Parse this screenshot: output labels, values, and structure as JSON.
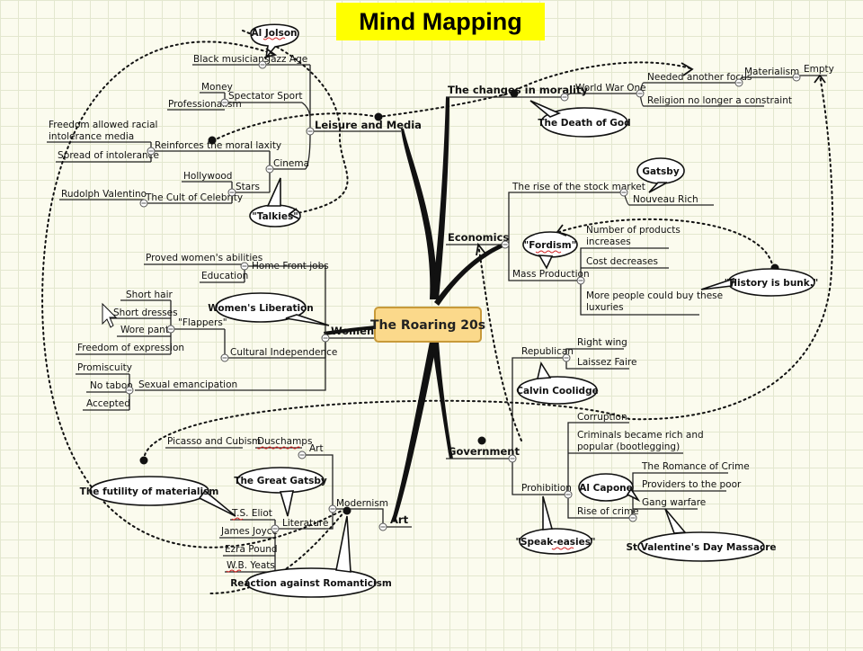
{
  "title": "Mind Mapping",
  "central": "The Roaring 20s",
  "branches": {
    "leisure": "Leisure and Media",
    "morality": "The changes in morality",
    "economics": "Economics",
    "women": "Women",
    "government": "Government",
    "art": "Art"
  },
  "nodes": {
    "jazz_age": "Jazz Age",
    "black_musicians": "Black musicians",
    "spectator_sport": "Spectator Sport",
    "money": "Money",
    "professionalism": "Professionalism",
    "cinema": "Cinema",
    "reinforces_moral": "Reinforces the moral laxity",
    "freedom_racial_1": "Freedom allowed racial",
    "freedom_racial_2": "intolerance media",
    "spread_intolerance": "Spread of intolerance",
    "stars": "Stars",
    "hollywood": "Hollywood",
    "cult_celebrity": "The Cult of Celebrity",
    "rudolph": "Rudolph Valentino",
    "world_war_one": "World War One",
    "needed_focus": "Needed another focus",
    "materialism": "Materialism",
    "empty": "Empty",
    "religion": "Religion no longer a constraint",
    "stock_market": "The rise of the stock market",
    "nouveau_rich": "Nouveau Rich",
    "mass_production": "Mass Production",
    "num_products_1": "Number of products",
    "num_products_2": "increases",
    "cost_decreases": "Cost decreases",
    "more_people_1": "More people could buy these",
    "more_people_2": "luxuries",
    "home_front": "Home Front jobs",
    "proved_women": "Proved women's abilities",
    "education": "Education",
    "flappers": "\"Flappers\"",
    "short_hair": "Short hair",
    "short_dresses": "Short dresses",
    "wore_pants": "Wore pants",
    "freedom_expression": "Freedom of expression",
    "cultural_independence": "Cultural Independence",
    "sexual_emancipation": "Sexual emancipation",
    "promiscuity": "Promiscuity",
    "no_taboo": "No taboo",
    "accepted": "Accepted",
    "republican": "Republican",
    "right_wing": "Right wing",
    "laissez_faire": "Laissez Faire",
    "prohibition": "Prohibition",
    "corruption": "Corruption",
    "criminals_1": "Criminals became rich and",
    "criminals_2": "popular (bootlegging)",
    "rise_crime": "Rise of crime",
    "romance_crime": "The Romance of Crime",
    "providers_poor": "Providers to the poor",
    "gang_warfare": "Gang warfare",
    "modernism": "Modernism",
    "art_sub": "Art",
    "picasso": "Picasso and Cubism",
    "duschamps": "Duschamps",
    "literature": "Literature",
    "ts_eliot": "T.S. Eliot",
    "james_joyce": "James Joyce",
    "ezra_pound": "Ezra Pound",
    "wb_yeats": "W.B. Yeats"
  },
  "callouts": {
    "al_jolson": "Al Jolson",
    "death_of_god": "The Death of God",
    "talkies": "\"Talkies\"",
    "gatsby": "Gatsby",
    "fordism": "\"Fordism\"",
    "history_bunk": "\"History is bunk.\"",
    "womens_liberation": "Women's Liberation",
    "calvin_coolidge": "Calvin Coolidge",
    "al_capone": "Al Capone",
    "speak_easies": "\"Speak-easies\"",
    "valentines": "St Valentine's Day Massacre",
    "great_gatsby": "The Great Gatsby",
    "futility": "The futility of materialism",
    "reaction": "Reaction against Romanticism"
  },
  "colors": {
    "title_bg": "#ffff00",
    "central_fill": "#fbd98b",
    "central_border": "#c89a3a",
    "grid": "#e3e7cf",
    "background": "#fbfbee"
  }
}
